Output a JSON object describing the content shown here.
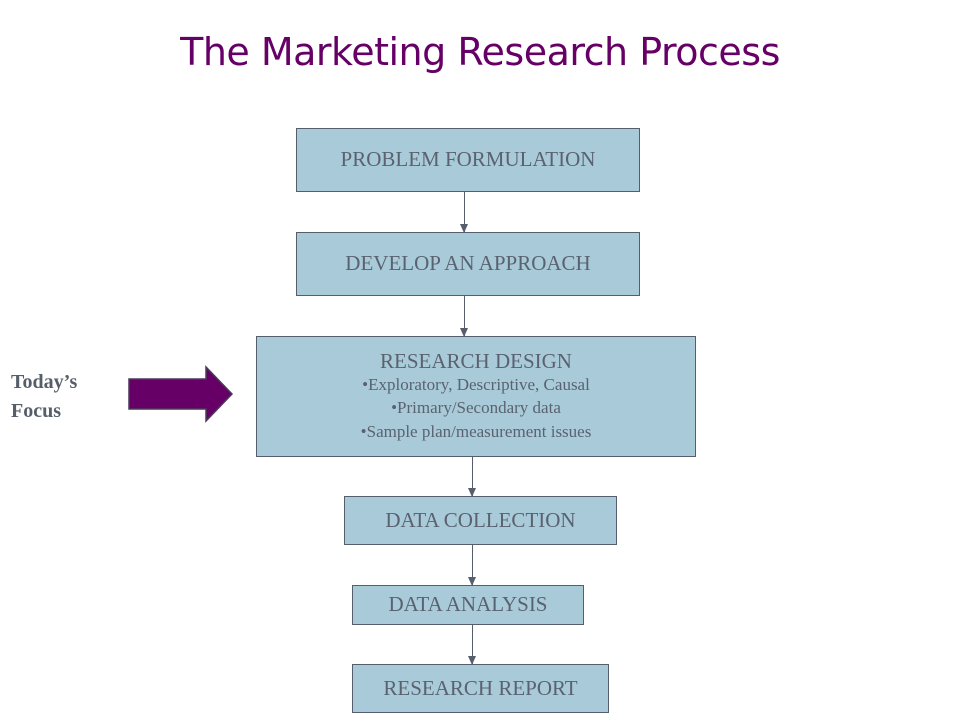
{
  "title": "The Marketing Research Process",
  "steps": {
    "problem": "PROBLEM FORMULATION",
    "approach": "DEVELOP AN APPROACH",
    "design": {
      "heading": "RESEARCH DESIGN",
      "bullets": [
        "•Exploratory, Descriptive, Causal",
        "•Primary/Secondary data",
        "•Sample plan/measurement issues"
      ]
    },
    "collection": "DATA COLLECTION",
    "analysis": "DATA ANALYSIS",
    "report": "RESEARCH REPORT"
  },
  "focus": {
    "line1": "Today’s",
    "line2": "Focus"
  },
  "colors": {
    "title": "#660066",
    "box_fill": "#a9cbd9",
    "arrow": "#660066"
  }
}
